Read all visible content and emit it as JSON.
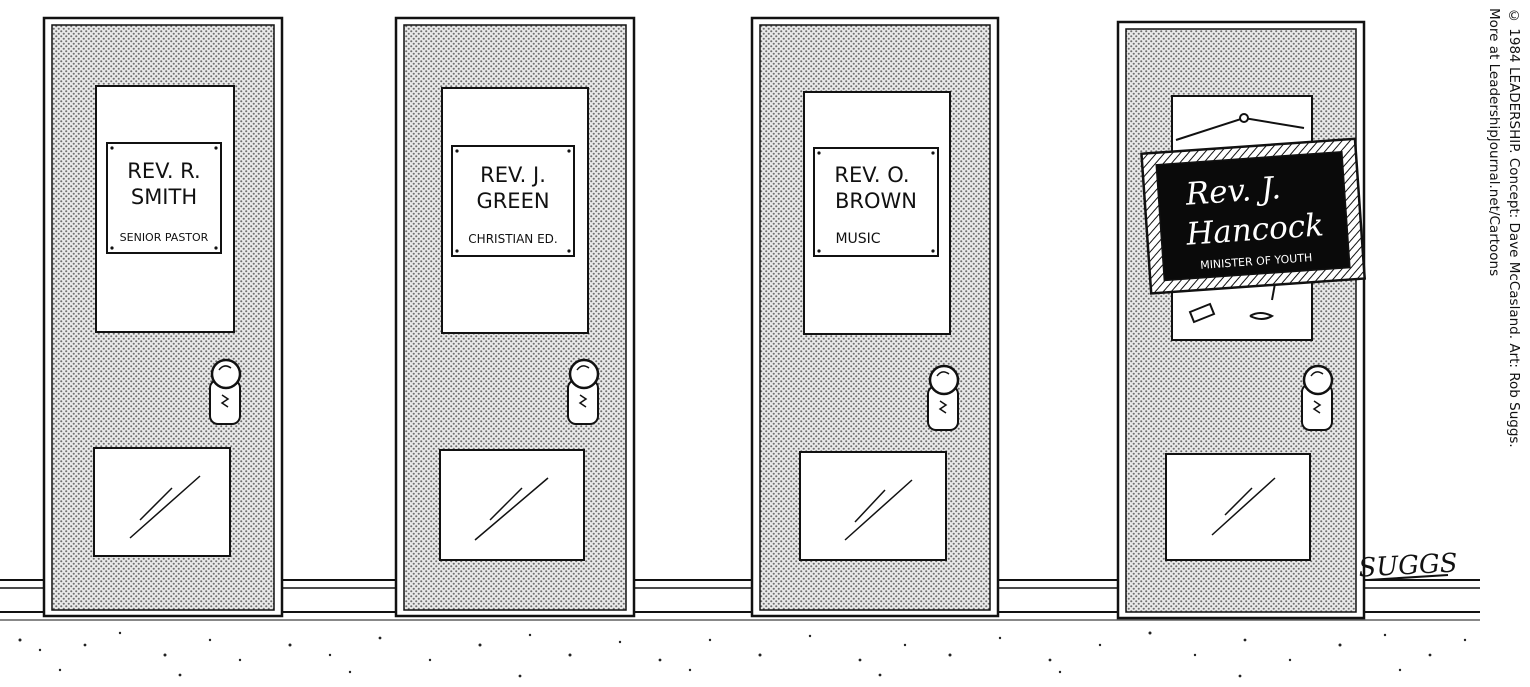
{
  "doors": [
    {
      "name_line1": "REV. R.",
      "name_line2": "SMITH",
      "title": "SENIOR PASTOR"
    },
    {
      "name_line1": "REV. J.",
      "name_line2": "GREEN",
      "title": "CHRISTIAN ED."
    },
    {
      "name_line1": "REV. O.",
      "name_line2": "BROWN",
      "title": "MUSIC"
    },
    {
      "name_line1": "Rev. J.",
      "name_line2": "Hancock",
      "title": "MINISTER OF YOUTH"
    }
  ],
  "credits": {
    "line1": "© 1984 LEADERSHIP. Concept: Dave McCasland. Art: Rob Suggs.",
    "line2": "More at LeadershipJournal.net/Cartoons"
  },
  "signature": "SUGGS"
}
